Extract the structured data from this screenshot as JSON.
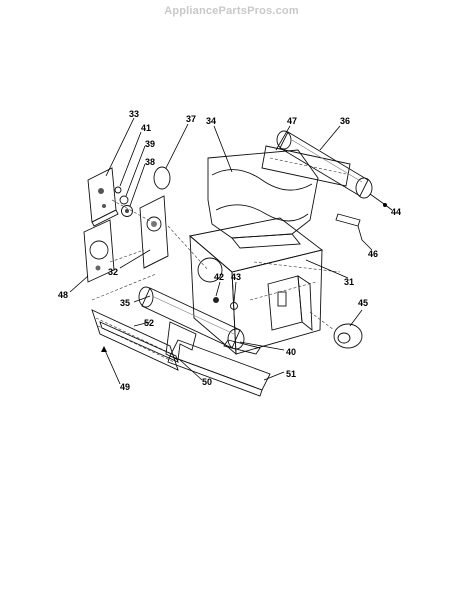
{
  "watermark": "AppliancePartsPros.com",
  "callouts": {
    "p31": "31",
    "p32": "32",
    "p33": "33",
    "p34": "34",
    "p35": "35",
    "p36": "36",
    "p37": "37",
    "p38": "38",
    "p39": "39",
    "p40": "40",
    "p41": "41",
    "p42": "42",
    "p43": "43",
    "p44": "44",
    "p45": "45",
    "p46": "46",
    "p47": "47",
    "p48": "48",
    "p49": "49",
    "p50": "50",
    "p51": "51",
    "p52": "52"
  }
}
